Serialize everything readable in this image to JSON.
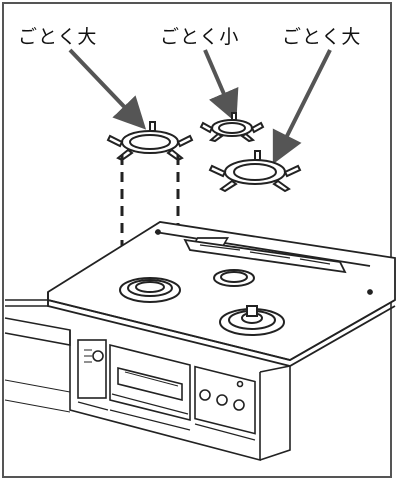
{
  "labels": {
    "left": "ごとく大",
    "middle": "ごとく小",
    "right": "ごとく大"
  },
  "colors": {
    "line": "#222222",
    "arrow": "#555555",
    "border": "#555555"
  }
}
